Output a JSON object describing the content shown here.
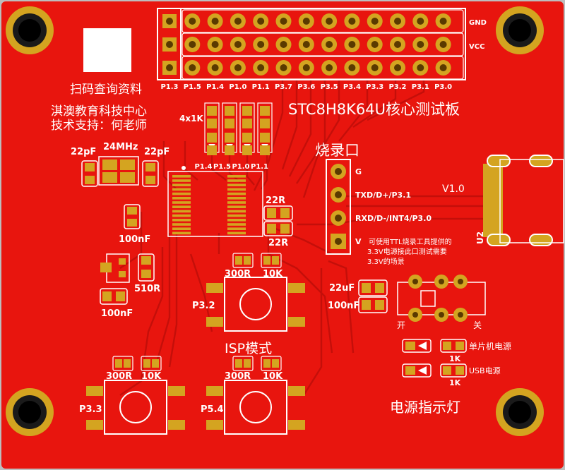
{
  "board": {
    "title": "STC8H8K64U核心测试板",
    "version": "V1.0",
    "qr_caption": "扫码查询资料",
    "company": "淇澳教育科技中心",
    "support": "技术支持：何老师",
    "colors": {
      "substrate": "#e8150e",
      "copper": "#d4a420",
      "silk": "#ffffff",
      "trace": "#c40f0a"
    }
  },
  "header": {
    "row_labels": [
      "GND",
      "VCC"
    ],
    "pin_labels": [
      "P1.3",
      "P1.5",
      "P1.4",
      "P1.0",
      "P1.1",
      "P3.7",
      "P3.6",
      "P3.5",
      "P3.4",
      "P3.3",
      "P3.2",
      "P3.1",
      "P3.0"
    ]
  },
  "resistor_array": {
    "label": "4x1K",
    "pin_labels": [
      "P1.4",
      "P1.5",
      "P1.0",
      "P1.1"
    ]
  },
  "crystal": {
    "freq": "24MHz",
    "cap_left": "22pF",
    "cap_right": "22pF"
  },
  "caps": {
    "c1": "100nF",
    "c2": "100nF",
    "c3": "22uF",
    "c4": "100nF"
  },
  "resistors": {
    "r510": "510R",
    "r22a": "22R",
    "r22b": "22R"
  },
  "program_port": {
    "title": "烧录口",
    "pins": [
      "G",
      "TXD/D+/P3.1",
      "RXD/D-/INT4/P3.0",
      "V"
    ],
    "note": [
      "可使用TTL烧录工具提供的",
      "3.3V电源接此口测试需要",
      "3.3V的场景"
    ]
  },
  "buttons": {
    "isp": {
      "label": "P3.2",
      "r1": "300R",
      "r2": "10K"
    },
    "isp_title": "ISP模式",
    "b1": {
      "label": "P3.3",
      "r1": "300R",
      "r2": "10K"
    },
    "b2": {
      "label": "P5.4",
      "r1": "300R",
      "r2": "10K"
    }
  },
  "usb": {
    "ref": "U2"
  },
  "switch": {
    "on": "开",
    "off": "关"
  },
  "leds": {
    "mcu": {
      "label": "单片机电源",
      "res": "1K"
    },
    "usb": {
      "label": "USB电源",
      "res": "1K"
    },
    "title": "电源指示灯"
  }
}
